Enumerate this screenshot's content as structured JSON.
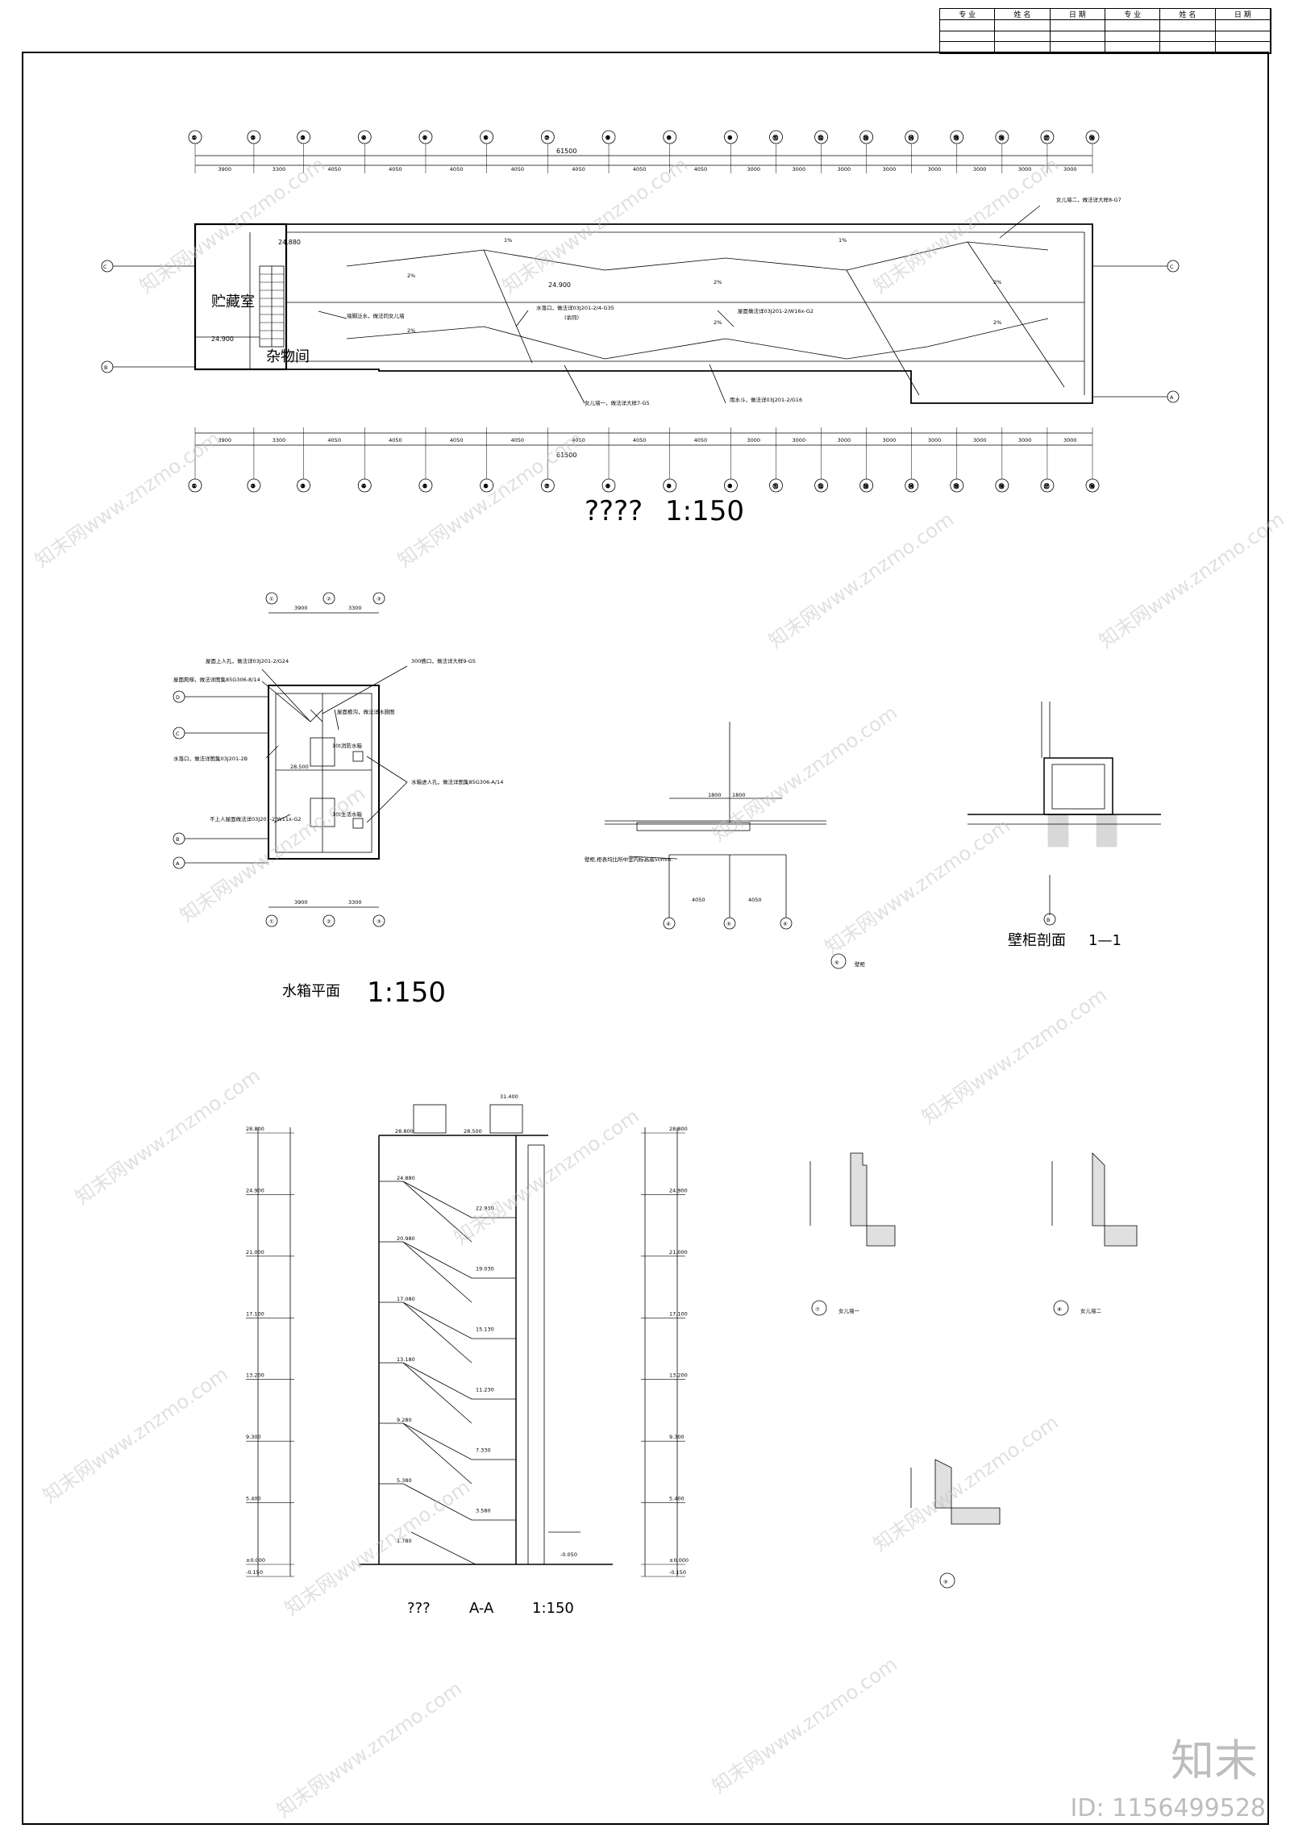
{
  "title_block": {
    "headers": [
      "专 业",
      "姓 名",
      "日 期",
      "专 业",
      "姓 名",
      "日 期"
    ]
  },
  "roof_plan": {
    "title": "????",
    "scale": "1:150",
    "axis_labels": [
      "①",
      "②",
      "③",
      "④",
      "⑤",
      "⑥",
      "⑦",
      "⑧",
      "⑨",
      "⑩",
      "⑪",
      "⑫",
      "⑬",
      "⑭",
      "⑮",
      "⑯",
      "⑰",
      "⑱"
    ],
    "row_labels": [
      "C",
      "B",
      "A"
    ],
    "spacings": [
      "3900",
      "3300",
      "4050",
      "4050",
      "4050",
      "4050",
      "4050",
      "4050",
      "4050",
      "3000",
      "3000",
      "3000",
      "3000",
      "3000",
      "3000",
      "3000",
      "3000"
    ],
    "total": "61500",
    "rooms": [
      "贮藏室",
      "杂物间"
    ],
    "slopes": [
      "2%",
      "1%"
    ],
    "elevation_main": "24.900",
    "elevation_stair": "24.880",
    "notes": [
      "女儿墙二，做法详大样8-G7",
      "水落口，做法详03J201-2/4-G35",
      "(余同)",
      "屋面做法详03J201-2/W16x-G2",
      "女儿墙一，做法详大样7-G5",
      "雨水斗，做法详03J201-2/G16",
      "墙脚泛水，做法同女儿墙"
    ]
  },
  "water_tank_plan": {
    "title": "水箱平面",
    "scale": "1:150",
    "axis_labels": [
      "①",
      "②",
      "③"
    ],
    "row_labels": [
      "D",
      "C",
      "B",
      "A"
    ],
    "spacings": [
      "3900",
      "3300"
    ],
    "elevation": "28.500",
    "tank_labels": [
      "10t消防水箱",
      "10t生活水箱"
    ],
    "notes": [
      "屋面上人孔，做法详03J201-2/G24",
      "屋面爬梯，做法详图集85G306-8/14",
      "300檐口，做法详大样9-G5",
      "屋面檐沟，做法详水施图",
      "水落口，做法详图集03J201-2B",
      "水箱进人孔，做法详图集85G306-A/14",
      "不上人屋面做法详03J201-2/W11x-G2"
    ]
  },
  "detail_6": {
    "label": "⑥",
    "caption": "壁柜",
    "dims": [
      "1800",
      "1800",
      "4050",
      "4050"
    ],
    "axis_labels": [
      "④",
      "⑤",
      "⑥"
    ],
    "note": "壁柜,柜表均比所中室内标高高50mm."
  },
  "section_11": {
    "title": "壁柜剖面",
    "number": "1—1",
    "axis": "B"
  },
  "section_aa": {
    "title": "???",
    "label": "A-A",
    "scale": "1:150",
    "levels": [
      "28.800",
      "24.900",
      "21.000",
      "17.100",
      "13.200",
      "9.300",
      "5.400",
      "±0.000",
      "-0.150"
    ],
    "stair_levels": [
      "24.880",
      "22.930",
      "20.980",
      "19.030",
      "17.080",
      "15.130",
      "13.180",
      "11.230",
      "9.280",
      "7.330",
      "5.380",
      "3.580",
      "1.780"
    ],
    "top_levels": [
      "31.400",
      "28.800",
      "28.500"
    ],
    "ground": "-0.050"
  },
  "detail_7": {
    "label": "⑦",
    "caption": "女儿墙一"
  },
  "detail_8": {
    "label": "⑧",
    "caption": "女儿墙二"
  },
  "detail_9": {
    "label": "⑨"
  },
  "watermark": {
    "text": "知末网www.znzmo.com"
  },
  "brand": "知末",
  "image_id": "ID: 1156499528"
}
